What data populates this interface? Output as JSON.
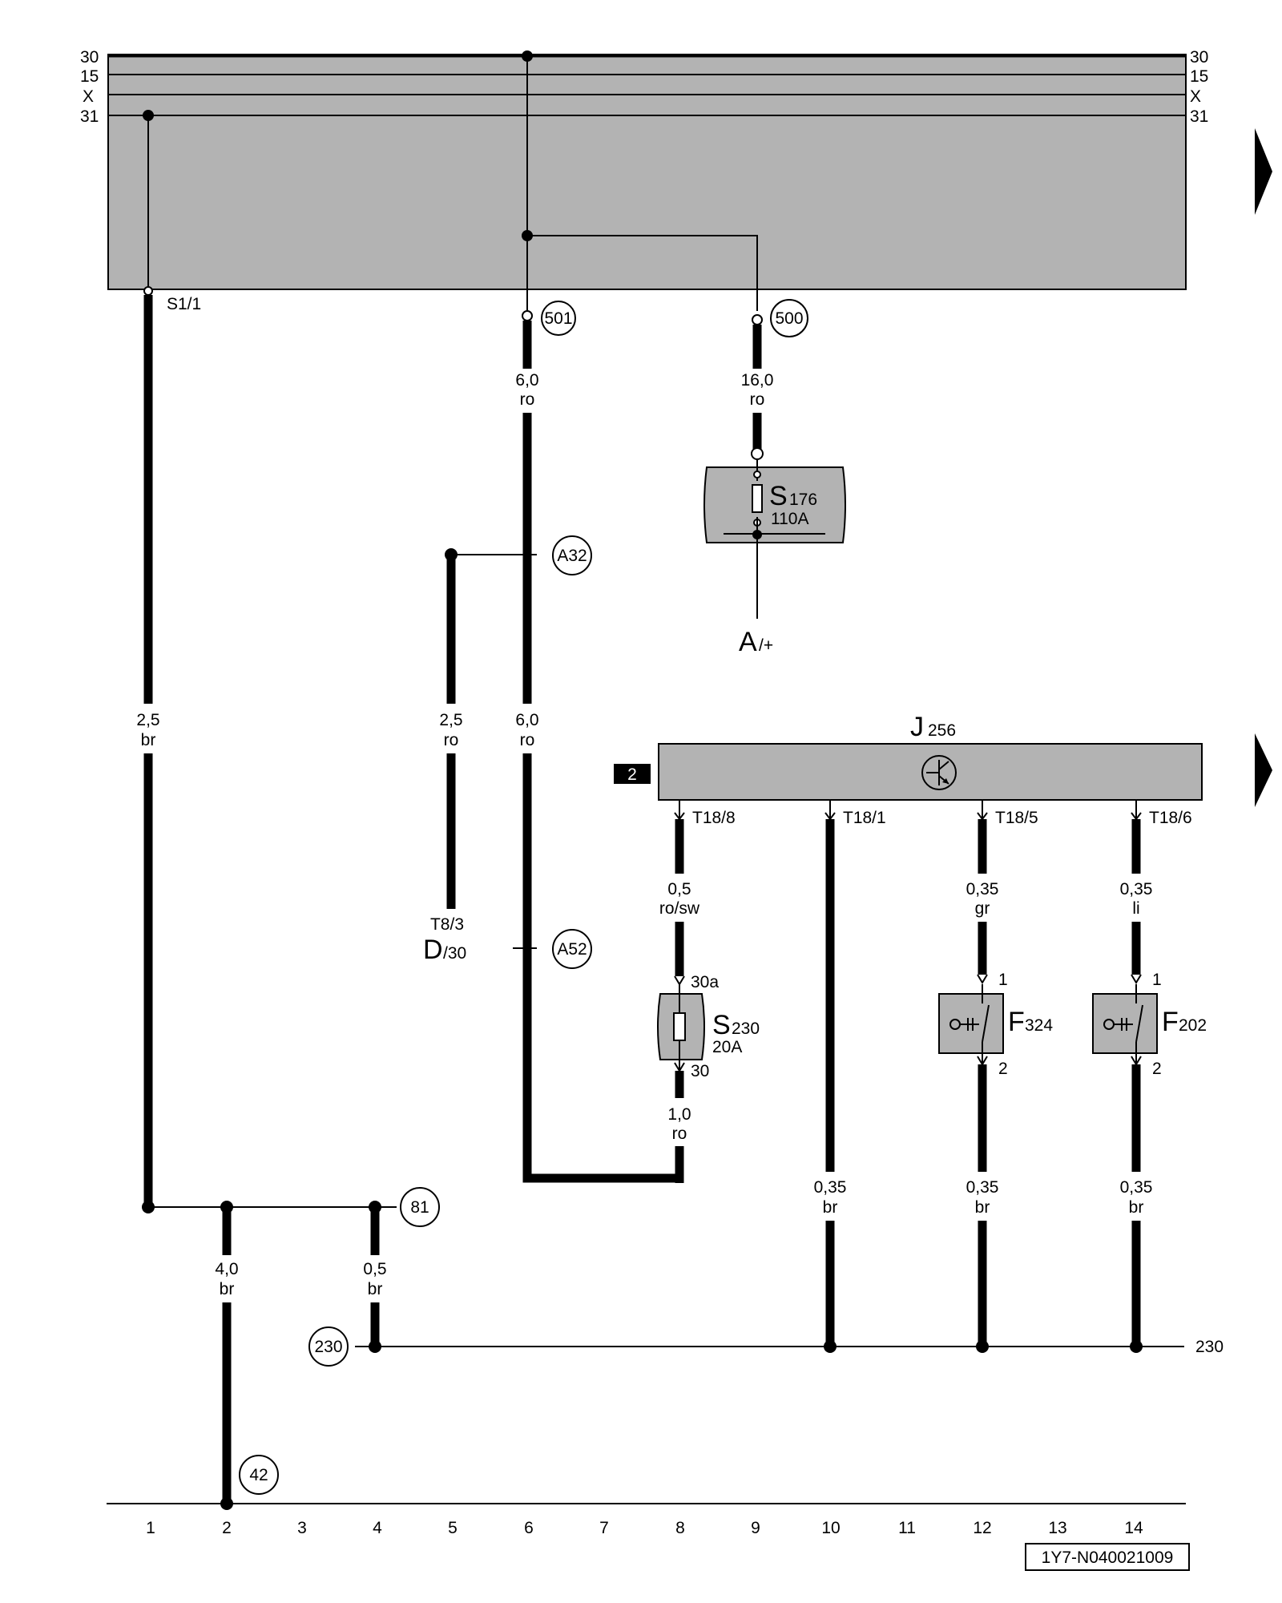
{
  "rails": {
    "left": [
      "30",
      "15",
      "X",
      "31"
    ],
    "right": [
      "30",
      "15",
      "X",
      "31"
    ]
  },
  "connectors": {
    "s1_1": "S1/1",
    "c501": "501",
    "c500": "500",
    "a32": "A32",
    "a52": "A52",
    "c81": "81",
    "c230": "230",
    "c42": "42",
    "ground_line_label": "230"
  },
  "wires": {
    "w1_size": "2,5",
    "w1_color": "br",
    "w6a_size": "6,0",
    "w6a_color": "ro",
    "w9_size": "16,0",
    "w9_color": "ro",
    "w5_size": "2,5",
    "w5_color": "ro",
    "w6b_size": "6,0",
    "w6b_color": "ro",
    "w8a_size": "0,5",
    "w8a_color": "ro/sw",
    "w8b_size": "1,0",
    "w8b_color": "ro",
    "w10_size": "0,35",
    "w10_color": "br",
    "w12a_size": "0,35",
    "w12a_color": "gr",
    "w12b_size": "0,35",
    "w12b_color": "br",
    "w14a_size": "0,35",
    "w14a_color": "li",
    "w14b_size": "0,35",
    "w14b_color": "br",
    "w2_size": "4,0",
    "w2_color": "br",
    "w4_size": "0,5",
    "w4_color": "br"
  },
  "components": {
    "s176_letter": "S",
    "s176_sub": "176",
    "s176_rating": "110A",
    "a_plus_letter": "A",
    "a_plus_sub": "/+",
    "j256_letter": "J",
    "j256_sub": "256",
    "j256_badge": "2",
    "t18_8": "T18/8",
    "t18_1": "T18/1",
    "t18_5": "T18/5",
    "t18_6": "T18/6",
    "t8_3": "T8/3",
    "d30_letter": "D",
    "d30_sub": "/30",
    "s230_letter": "S",
    "s230_sub": "230",
    "s230_rating": "20A",
    "s230_pin_in": "30a",
    "s230_pin_out": "30",
    "f324_letter": "F",
    "f324_sub": "324",
    "f324_pin1": "1",
    "f324_pin2": "2",
    "f202_letter": "F",
    "f202_sub": "202",
    "f202_pin1": "1",
    "f202_pin2": "2"
  },
  "track_numbers": [
    "1",
    "2",
    "3",
    "4",
    "5",
    "6",
    "7",
    "8",
    "9",
    "10",
    "11",
    "12",
    "13",
    "14"
  ],
  "diagram_id": "1Y7-N040021009",
  "colors": {
    "panel_gray": "#b3b3b3",
    "ink": "#000000"
  }
}
